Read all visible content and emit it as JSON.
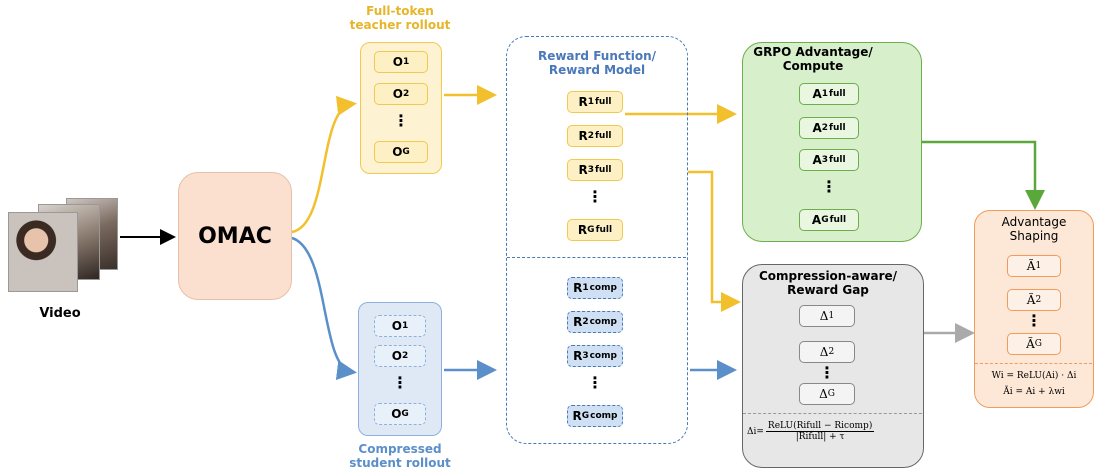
{
  "input": {
    "label": "Video"
  },
  "omac": {
    "label": "OMAC"
  },
  "teacher": {
    "title_line1": "Full-token",
    "title_line2": "teacher rollout",
    "outputs": [
      {
        "base": "O",
        "sub": "1"
      },
      {
        "base": "O",
        "sub": "2"
      },
      {
        "base": "O",
        "sub": "G"
      }
    ],
    "ellipsis": "⋮"
  },
  "student": {
    "title_line1": "Compressed",
    "title_line2": "student rollout",
    "outputs": [
      {
        "base": "O",
        "sub": "1"
      },
      {
        "base": "O",
        "sub": "2"
      },
      {
        "base": "O",
        "sub": "G"
      }
    ],
    "ellipsis": "⋮"
  },
  "reward": {
    "title_line1": "Reward Function/",
    "title_line2": "Reward Model",
    "full": [
      {
        "base": "R",
        "sub": "1",
        "sup": "full"
      },
      {
        "base": "R",
        "sub": "2",
        "sup": "full"
      },
      {
        "base": "R",
        "sub": "3",
        "sup": "full"
      },
      {
        "base": "R",
        "sub": "G",
        "sup": "full"
      }
    ],
    "comp": [
      {
        "base": "R",
        "sub": "1",
        "sup": "comp"
      },
      {
        "base": "R",
        "sub": "2",
        "sup": "comp"
      },
      {
        "base": "R",
        "sub": "3",
        "sup": "comp"
      },
      {
        "base": "R",
        "sub": "G",
        "sup": "comp"
      }
    ],
    "ellipsis": "⋮"
  },
  "grpo": {
    "title_line1": "GRPO Advantage/",
    "title_line2": "Compute",
    "items": [
      {
        "base": "A",
        "sub": "1",
        "sup": "full"
      },
      {
        "base": "A",
        "sub": "2",
        "sup": "full"
      },
      {
        "base": "A",
        "sub": "3",
        "sup": "full"
      },
      {
        "base": "A",
        "sub": "G",
        "sup": "full"
      }
    ],
    "ellipsis": "⋮"
  },
  "gap": {
    "title_line1": "Compression-aware/",
    "title_line2": "Reward Gap",
    "items": [
      {
        "base": "Δ",
        "sub": "1"
      },
      {
        "base": "Δ",
        "sub": "2"
      },
      {
        "base": "Δ",
        "sub": "G"
      }
    ],
    "ellipsis": "⋮",
    "formula_lhs": "Δi=",
    "formula_num": "ReLU(Rifull − Ricomp)",
    "formula_den": "|Rifull| + τ"
  },
  "shaping": {
    "title_line1": "Advantage",
    "title_line2": "Shaping",
    "items": [
      {
        "base": "Ã",
        "sub": "1"
      },
      {
        "base": "Ã",
        "sub": "2"
      },
      {
        "base": "Ã",
        "sub": "G"
      }
    ],
    "ellipsis": "⋮",
    "formula1": "Wi = ReLU(Ai) · Δi",
    "formula2": "Ãi = Ai + λwi"
  },
  "colors": {
    "teacher_fill": "#fdf3d3",
    "teacher_stroke": "#f2c94c",
    "student_fill": "#dfe9f6",
    "student_stroke": "#8fb0db",
    "omac_fill": "#fbe0cf",
    "grpo_fill": "#d7f0cb",
    "grpo_stroke": "#6cae4a",
    "gap_fill": "#e7e7e7",
    "gap_stroke": "#666666",
    "shaping_fill": "#fde8d8",
    "shaping_stroke": "#f29b5b",
    "reward_stroke": "#4a78b8",
    "yellow_arrow": "#f2c02c",
    "blue_arrow": "#5b8fc9",
    "green_arrow": "#5aa83a",
    "gray_arrow": "#aaaaaa",
    "title_yellow": "#e7b52a",
    "title_blue": "#5b8fc9"
  }
}
